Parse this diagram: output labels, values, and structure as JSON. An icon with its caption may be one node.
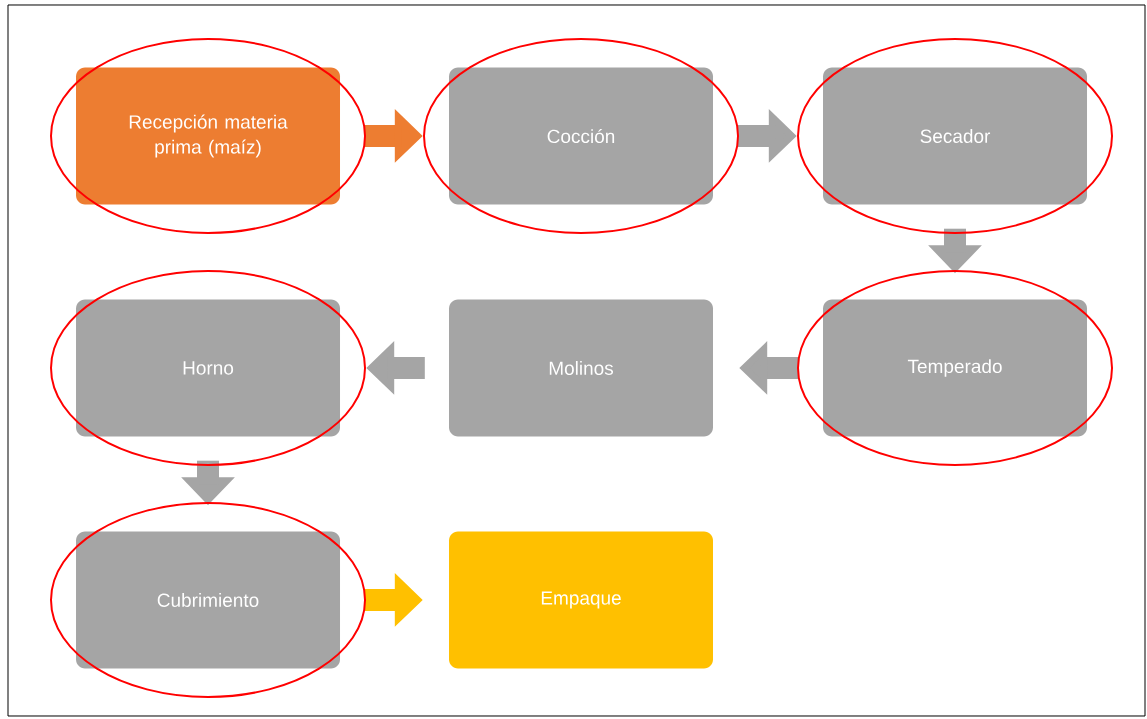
{
  "diagram": {
    "nodes": [
      {
        "text": [
          "Recepción materia prima (maíz)"
        ]
      },
      {
        "text": [
          "Cocción"
        ]
      },
      {
        "text": [
          "Secador"
        ]
      },
      {
        "text": [
          "Temperado"
        ]
      },
      {
        "text": [
          "Molinos"
        ]
      },
      {
        "text": [
          "Horno"
        ]
      },
      {
        "text": [
          "Cubrimiento"
        ]
      },
      {
        "text": [
          "Empaque"
        ]
      }
    ],
    "edges": [
      {
        "from": 0,
        "to": 1,
        "arrow": "to",
        "color": "#ed7d31"
      },
      {
        "from": 1,
        "to": 2,
        "arrow": "to"
      },
      {
        "from": 2,
        "to": 3,
        "arrow": "to"
      },
      {
        "from": 3,
        "to": 4,
        "arrow": "to"
      },
      {
        "from": 4,
        "to": 5,
        "arrow": "to"
      },
      {
        "from": 5,
        "to": 6,
        "arrow": "to"
      },
      {
        "from": 6,
        "to": 7,
        "arrow": "to",
        "color": "#ffc000"
      }
    ]
  }
}
